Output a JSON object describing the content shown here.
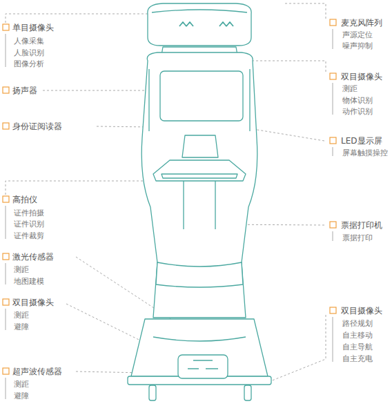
{
  "diagram": {
    "labels": [
      "单目摄像头",
      "人像采集",
      "人脸识别",
      "图像分析",
      "扬声器",
      "身份证阅读器",
      "高拍仪",
      "证件拍摄",
      "证件识别",
      "证件裁剪",
      "激光传感器",
      "测距",
      "地图建模",
      "双目摄像头",
      "测距",
      "避障",
      "超声波传感器",
      "测距",
      "避障",
      "麦克风阵列",
      "声源定位",
      "噪声抑制",
      "双目摄像头",
      "测距",
      "物体识别",
      "动作识别",
      "LED显示屏",
      "屏幕触摸操控",
      "票据打印机",
      "票据打印",
      "双目摄像头",
      "路径规划",
      "自主移动",
      "自主导航",
      "自主充电"
    ]
  }
}
